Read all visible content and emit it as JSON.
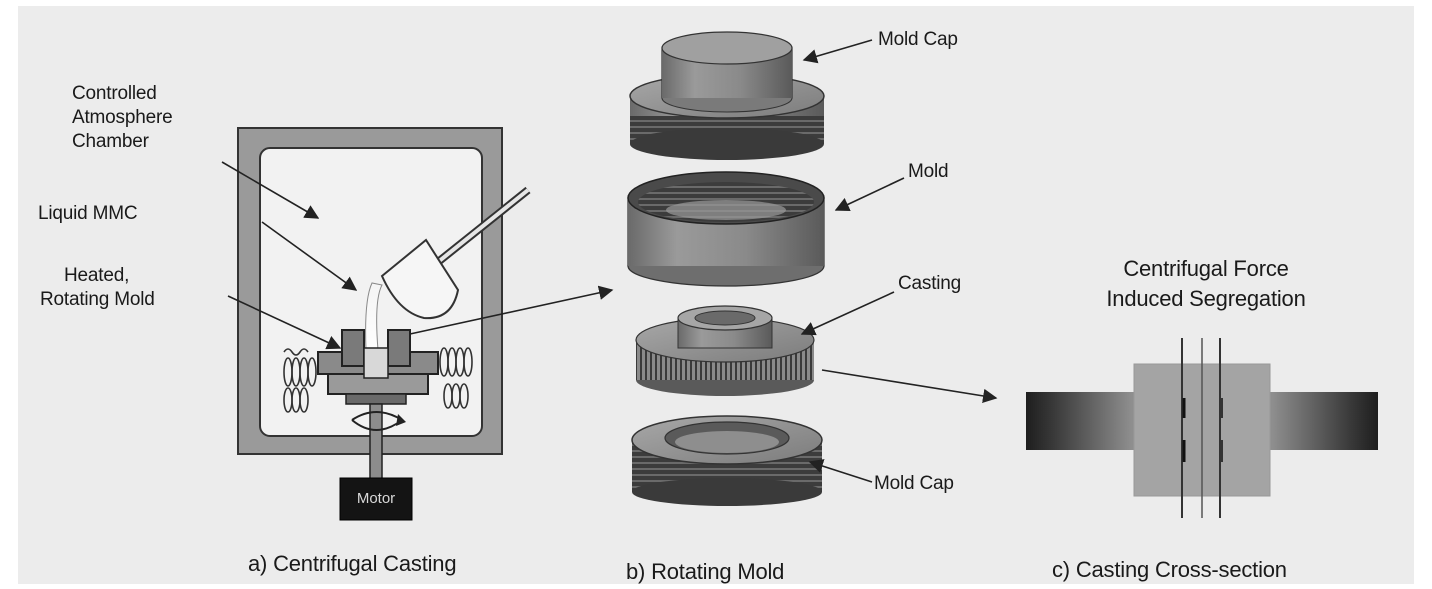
{
  "figure": {
    "panel_a": {
      "chamber_label_lines": [
        "Controlled",
        "Atmosphere",
        "Chamber"
      ],
      "liquid_label": "Liquid MMC",
      "mold_label_lines": [
        "Heated,",
        "Rotating Mold"
      ],
      "motor_label": "Motor",
      "caption": "a) Centrifugal Casting"
    },
    "panel_b": {
      "top_cap_label": "Mold Cap",
      "mold_label": "Mold",
      "casting_label": "Casting",
      "bottom_cap_label": "Mold Cap",
      "caption": "b) Rotating Mold"
    },
    "panel_c": {
      "title_lines": [
        "Centrifugal Force",
        "Induced Segregation"
      ],
      "caption": "c) Casting Cross-section"
    }
  },
  "colors": {
    "background": "#ececec",
    "metal_mid": "#8a8a8a",
    "metal_dark": "#4a4a4a",
    "line": "#222222"
  }
}
